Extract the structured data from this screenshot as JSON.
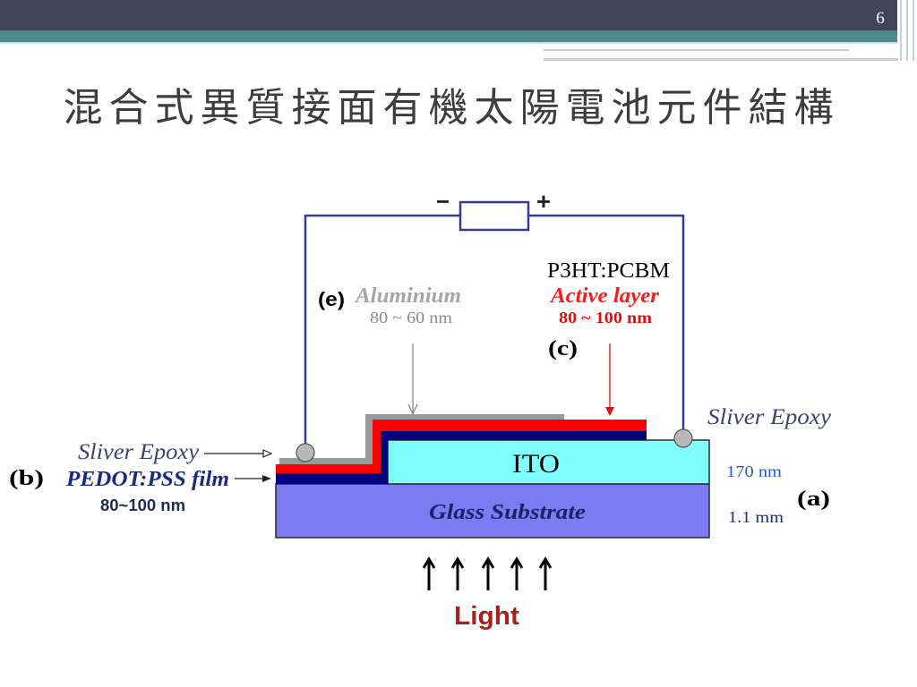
{
  "slide": {
    "number": "6",
    "title": "混合式異質接面有機太陽電池元件結構"
  },
  "diagram": {
    "circuit": {
      "minus": "−",
      "plus": "+"
    },
    "layers": {
      "glass_substrate": "Glass Substrate",
      "ito": "ITO"
    },
    "annotations": {
      "label_e": "(e)",
      "aluminium": "Aluminium",
      "aluminium_thickness": "80 ~ 60 nm",
      "active_material": "P3HT:PCBM",
      "active_layer": "Active layer",
      "active_layer_thickness": "80 ~ 100 nm",
      "label_c": "(c)",
      "silver_epoxy_right": "Sliver Epoxy",
      "silver_epoxy_left": "Sliver Epoxy",
      "pedot_pss": "PEDOT:PSS film",
      "pedot_pss_thickness": "80~100 nm",
      "label_b": "(b)",
      "ito_thickness": "170 nm",
      "glass_thickness": "1.1 mm",
      "label_a": "(a)",
      "light": "Light"
    },
    "colors": {
      "glass_substrate": "#7b7bf2",
      "ito": "#80ffff",
      "pedot_pss": "#00007f",
      "active_layer": "#ff0000",
      "aluminium": "#9a9a9a",
      "silver_epoxy": "#b8b8b8",
      "circuit_wire": "#3a3a8c"
    }
  }
}
